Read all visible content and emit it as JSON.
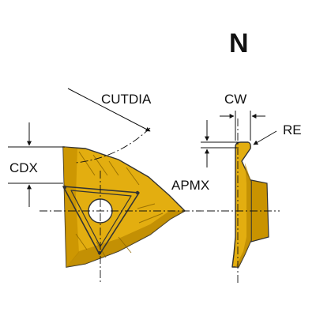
{
  "labels": {
    "profile_code": "N",
    "cutdia": "CUTDIA",
    "cdx": "CDX",
    "apmx": "APMX",
    "cw": "CW",
    "re": "RE"
  },
  "colors": {
    "insert_fill": "#E3AE10",
    "insert_dark": "#B88600",
    "insert_shade": "#C99300",
    "outline": "#333333",
    "line": "#111111",
    "background": "#ffffff"
  }
}
